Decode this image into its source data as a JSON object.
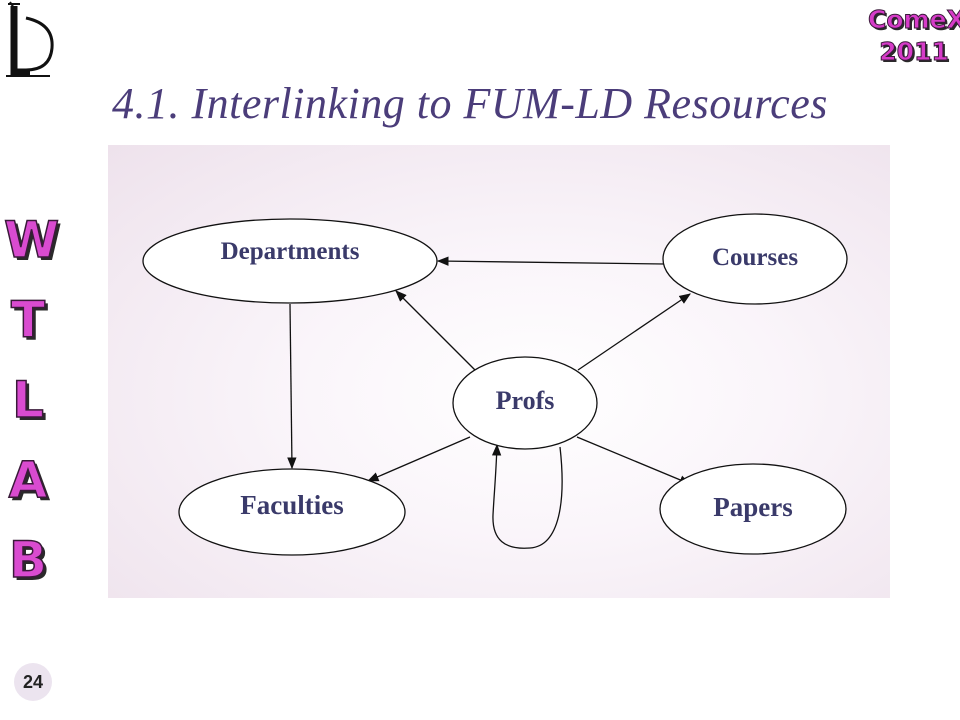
{
  "slide": {
    "title": "4.1. Interlinking to FUM-LD Resources",
    "page_number": "24"
  },
  "logos": {
    "comex_line1": "ComeX",
    "comex_line2": "2011",
    "side_letters": [
      "W",
      "T",
      "L",
      "A",
      "B"
    ]
  },
  "diagram": {
    "nodes": {
      "departments": "Departments",
      "courses": "Courses",
      "profs": "Profs",
      "faculties": "Faculties",
      "papers": "Papers"
    },
    "edges": [
      {
        "from": "Courses",
        "to": "Departments"
      },
      {
        "from": "Departments",
        "to": "Faculties"
      },
      {
        "from": "Profs",
        "to": "Departments"
      },
      {
        "from": "Profs",
        "to": "Courses"
      },
      {
        "from": "Profs",
        "to": "Faculties"
      },
      {
        "from": "Profs",
        "to": "Papers"
      },
      {
        "from": "Profs",
        "to": "Profs"
      }
    ]
  },
  "colors": {
    "title": "#4b3d7a",
    "node_text": "#3a3a6a",
    "logo_pink": "#d63cc8"
  }
}
